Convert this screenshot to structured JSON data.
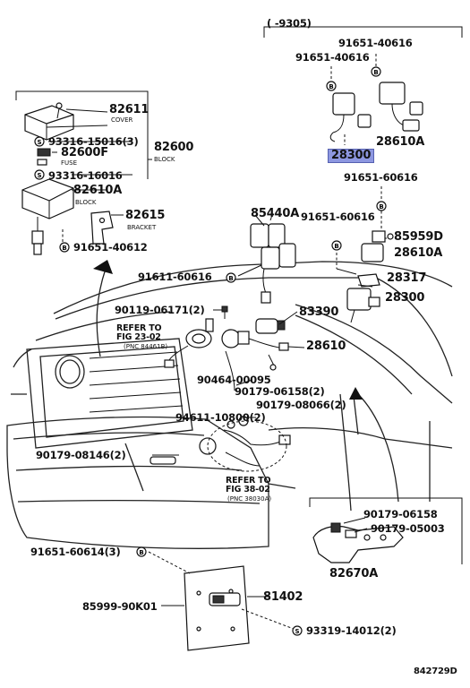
{
  "range_label": "(      -9305)",
  "diagram_code": "842729D",
  "callouts": {
    "p91651_40616_right": "91651-40616",
    "p91651_40616_left": "91651-40616",
    "p28610A_top": "28610A",
    "p28300_highlight": "28300",
    "p91651_60616_right": "91651-60616",
    "p91651_60616_mid": "91651-60616",
    "p85959D": "85959D",
    "p28610A_mid": "28610A",
    "p28317": "28317",
    "p28300_lower": "28300",
    "p82611": "82611",
    "cover": "COVER",
    "p93316_15016": "93316-15016(3)",
    "p82600F": "82600F",
    "fuse": "FUSE",
    "p82600": "82600",
    "block_word": "BLOCK",
    "p93316_16016": "93316-16016",
    "p82610A": "82610A",
    "block_word2": "BLOCK",
    "p82615": "82615",
    "bracket": "BRACKET",
    "p91651_40612": "91651-40612",
    "p85440A": "85440A",
    "p91611_60616": "91611-60616",
    "p90119_06171": "90119-06171(2)",
    "p83390": "83390",
    "refer_to_1": "REFER TO",
    "fig_23_02": "FIG 23-02",
    "pnc_84461B": "(PNC 84461B)",
    "p28610": "28610",
    "p90464_00095": "90464-00095",
    "p90179_06158_2": "90179-06158(2)",
    "p90179_08066": "90179-08066(2)",
    "p94611_10800": "94611-10800(2)",
    "p90179_08146": "90179-08146(2)",
    "refer_to_2": "REFER TO",
    "fig_38_02": "FIG 38-02",
    "pnc_38030A": "(PNC 38030A)",
    "p90179_06158": "90179-06158",
    "p90179_05003": "90179-05003",
    "p82670A": "82670A",
    "p91651_60614": "91651-60614(3)",
    "p81402": "81402",
    "p85999_90K01": "85999-90K01",
    "p93319_14012": "93319-14012(2)"
  },
  "badges": {
    "B": "B",
    "S": "S"
  }
}
